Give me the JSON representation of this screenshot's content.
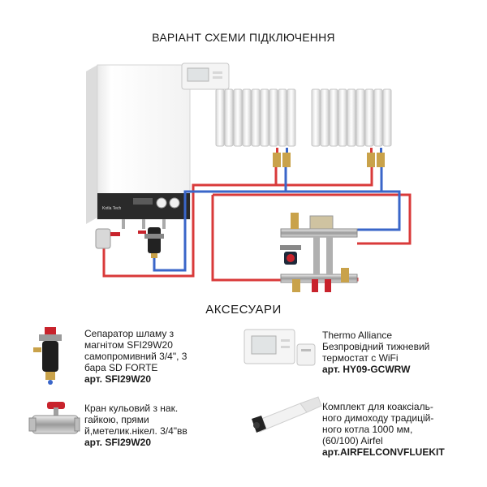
{
  "title": "ВАРІАНТ СХЕМИ ПІДКЛЮЧЕННЯ",
  "accessories_heading": "АКСЕСУАРИ",
  "boiler_brand": "Kotla Tech",
  "accessories": [
    {
      "lines": [
        "Сепаратор шламу з",
        "магнітом SFI29W20",
        "самопромивний 3/4\", 3",
        "бара SD FORTE"
      ],
      "article": "арт. SFI29W20"
    },
    {
      "lines": [
        "Кран кульовий з нак.",
        "гайкою, прями",
        "й,метелик.нікел. 3/4\"вв"
      ],
      "article": "арт. SFI29W20"
    },
    {
      "lines": [
        "Thermo Alliance",
        "Безпровідний тижневий",
        "термостат с WiFi"
      ],
      "article": "арт. HY09-GCWRW"
    },
    {
      "lines": [
        "Комплект для коаксіаль-",
        "ного димоходу традицій-",
        "ного котла 1000 мм,",
        "(60/100) Airfel"
      ],
      "article": "арт.AIRFELCONVFLUEKIT"
    }
  ],
  "colors": {
    "supply_pipe": "#d93a3a",
    "return_pipe": "#3a66c9",
    "valve_red": "#c8232c",
    "brass": "#c9a24a"
  }
}
